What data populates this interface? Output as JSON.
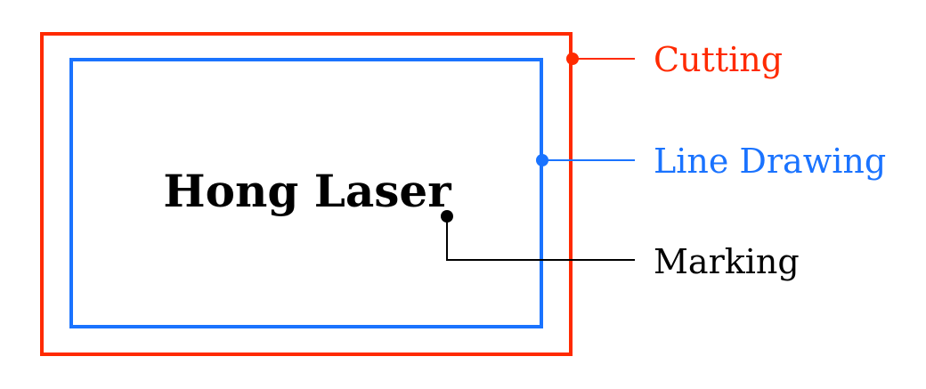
{
  "design_text": "Hong Laser",
  "legend": [
    {
      "key": "cutting",
      "label": "Cutting",
      "color": "#ff2a00"
    },
    {
      "key": "line_drawing",
      "label": "Line Drawing",
      "color": "#1a73ff"
    },
    {
      "key": "marking",
      "label": "Marking",
      "color": "#000000"
    }
  ]
}
